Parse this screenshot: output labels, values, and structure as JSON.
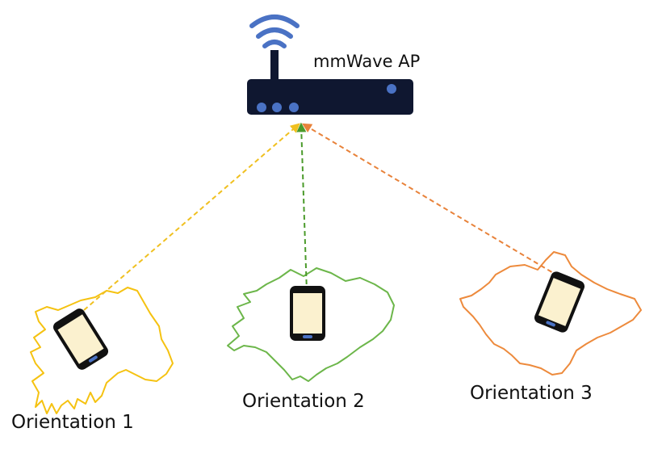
{
  "access_point": {
    "label": "mmWave AP",
    "icon": "router-icon",
    "body_color": "#0f1730",
    "led_color": "#4a72c4",
    "wifi_color": "#4a72c4"
  },
  "orientations": [
    {
      "label": "Orientation 1",
      "color": "#f5c211",
      "line_color": "#f0c020"
    },
    {
      "label": "Orientation 2",
      "color": "#6cb64a",
      "line_color": "#4a9a2a"
    },
    {
      "label": "Orientation 3",
      "color": "#ed8a3c",
      "line_color": "#e8823a"
    }
  ],
  "phone": {
    "icon": "smartphone-icon",
    "screen_color": "#fbf1cf",
    "body_color": "#111111",
    "button_color": "#4a72c4"
  }
}
